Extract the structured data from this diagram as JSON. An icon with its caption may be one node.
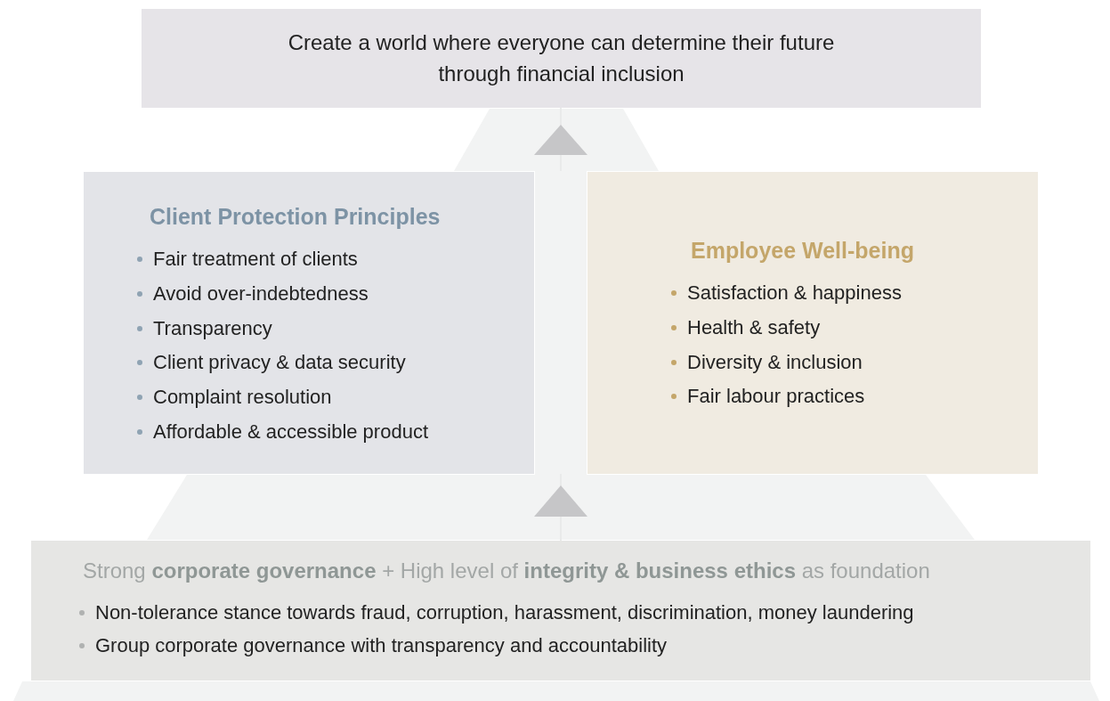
{
  "diagram": {
    "nodes": [
      {
        "text": [
          "Create a world where everyone can determine their future through financial inclusion"
        ]
      },
      {
        "text": [
          "Client Protection Principles",
          "Fair treatment of clients",
          "Avoid over-indebtedness",
          "Transparency",
          "Client privacy & data security",
          "Complaint resolution",
          "Affordable & accessible product"
        ]
      },
      {
        "text": [
          "Employee Well-being",
          "Satisfaction & happiness",
          "Health & safety",
          "Diversity & inclusion",
          "Fair labour practices"
        ]
      },
      {
        "text": [
          "Strong **corporate governance** + High level of **integrity & business ethics** as foundation",
          "Non-tolerance stance towards fraud, corruption, harassment, discrimination, money laundering",
          "Group corporate governance with transparency and accountability"
        ]
      }
    ],
    "edges": [
      {
        "from": 1,
        "to": 0,
        "arrow": "to"
      },
      {
        "from": 2,
        "to": 0,
        "arrow": "to"
      },
      {
        "from": 3,
        "to": 1,
        "arrow": "to"
      },
      {
        "from": 3,
        "to": 2,
        "arrow": "to"
      }
    ]
  }
}
